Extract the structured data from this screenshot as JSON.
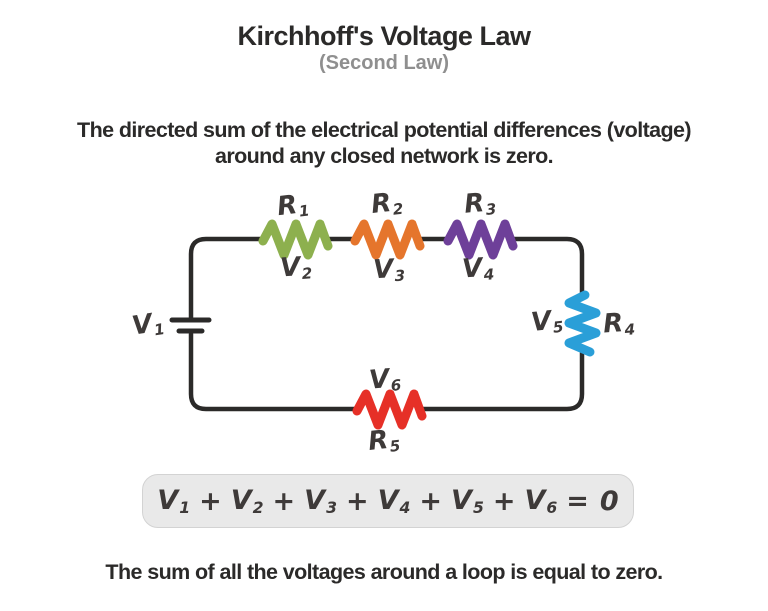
{
  "title": "Kirchhoff's Voltage Law",
  "subtitle": "(Second Law)",
  "description": {
    "line1": "The directed sum of the electrical potential differences (voltage)",
    "line2": "around any closed network is zero."
  },
  "footer": "The sum of all the voltages around a loop is equal to zero.",
  "colors": {
    "wire": "#2b2a29",
    "label": "#3e3a39",
    "subtitle_gray": "#8f8f8f",
    "equation_box_bg": "#e9e9e9"
  },
  "circuit": {
    "battery_label": {
      "base": "V",
      "sub": "1"
    },
    "resistors": [
      {
        "name": {
          "base": "R",
          "sub": "1"
        },
        "voltage": {
          "base": "V",
          "sub": "2"
        },
        "color": "#8db04e",
        "position": "top-left"
      },
      {
        "name": {
          "base": "R",
          "sub": "2"
        },
        "voltage": {
          "base": "V",
          "sub": "3"
        },
        "color": "#e5752c",
        "position": "top-middle"
      },
      {
        "name": {
          "base": "R",
          "sub": "3"
        },
        "voltage": {
          "base": "V",
          "sub": "4"
        },
        "color": "#6e4099",
        "position": "top-right"
      },
      {
        "name": {
          "base": "R",
          "sub": "4"
        },
        "voltage": {
          "base": "V",
          "sub": "5"
        },
        "color": "#2a9fd8",
        "position": "right"
      },
      {
        "name": {
          "base": "R",
          "sub": "5"
        },
        "voltage": {
          "base": "V",
          "sub": "6"
        },
        "color": "#e63027",
        "position": "bottom"
      }
    ]
  },
  "equation": {
    "terms": [
      {
        "base": "V",
        "sub": "1"
      },
      {
        "base": "V",
        "sub": "2"
      },
      {
        "base": "V",
        "sub": "3"
      },
      {
        "base": "V",
        "sub": "4"
      },
      {
        "base": "V",
        "sub": "5"
      },
      {
        "base": "V",
        "sub": "6"
      }
    ],
    "plus": "+",
    "equals": "=",
    "result": "0"
  }
}
